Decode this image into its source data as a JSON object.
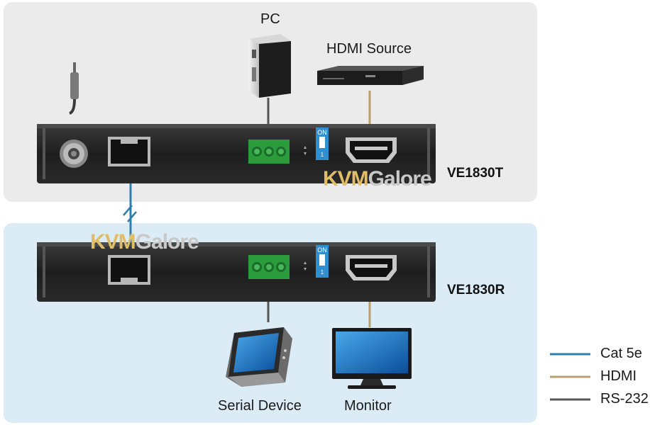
{
  "diagram": {
    "devices": {
      "pc": "PC",
      "hdmi_source": "HDMI Source",
      "serial_device": "Serial Device",
      "monitor": "Monitor"
    },
    "units": {
      "transmitter": "VE1830T",
      "receiver": "VE1830R"
    },
    "dip_switch": {
      "on_label": "ON",
      "number": "1"
    },
    "watermark": {
      "part1": "KVM",
      "part2": "Galore"
    },
    "legend": [
      {
        "label": "Cat 5e",
        "color": "#2f7fae"
      },
      {
        "label": "HDMI",
        "color": "#b8a06c"
      },
      {
        "label": "RS-232",
        "color": "#555555"
      }
    ],
    "colors": {
      "cat5e": "#2f7fae",
      "hdmi": "#b8a06c",
      "rs232": "#555555",
      "top_panel": "#ebebeb",
      "bottom_panel": "#dbecf6"
    }
  }
}
